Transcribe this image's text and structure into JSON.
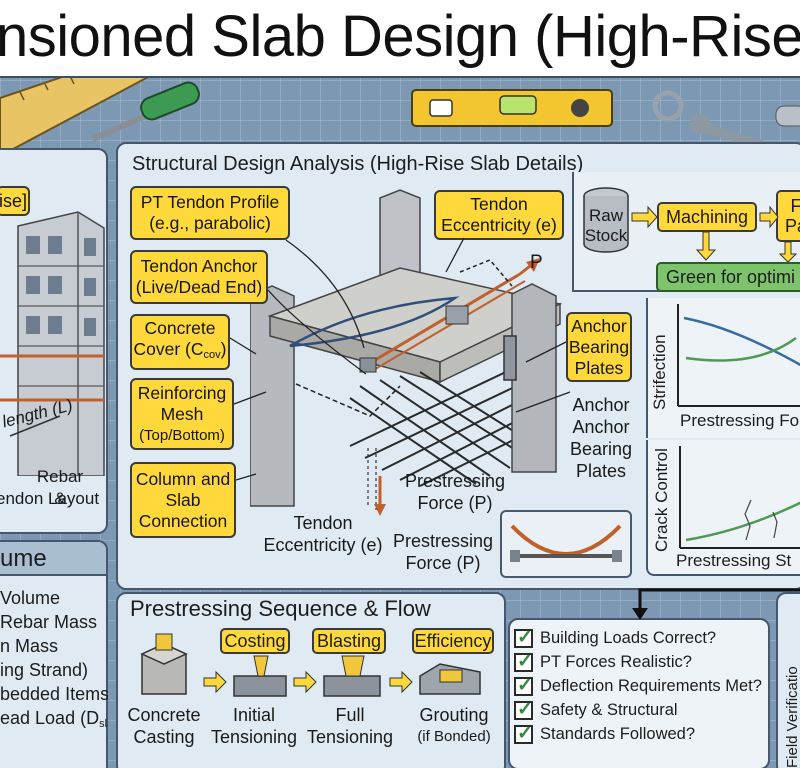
{
  "title": "nsioned Slab Design (High-Rise St",
  "left_panel": {
    "tag": "ise]",
    "length_label": "length (L)",
    "rebar_label": "Rebar &",
    "tendon_label": "endon Layout"
  },
  "volume_panel": {
    "heading": "ume",
    "items": [
      "Volume",
      "Rebar Mass",
      "n Mass",
      "ing Strand)",
      "bedded Items"
    ],
    "dead_load_main": "ead Load (D",
    "dead_load_sub": "slab",
    "dead_load_end": ")"
  },
  "analysis": {
    "heading": "Structural Design Analysis (High-Rise Slab Details)",
    "pt_profile": [
      "PT Tendon Profile",
      "(e.g., parabolic)"
    ],
    "tendon_ecc_box": [
      "Tendon",
      "Eccentricity (e)"
    ],
    "tendon_anchor": [
      "Tendon Anchor",
      "(Live/Dead End)"
    ],
    "concrete_cover": [
      "Concrete",
      "Cover (C",
      "cov",
      ")"
    ],
    "reinforcing_mesh": [
      "Reinforcing",
      "Mesh",
      "(Top/Bottom)"
    ],
    "column_slab": [
      "Column and",
      "Slab",
      "Connection"
    ],
    "anchor_plates_box": [
      "Anchor",
      "Bearing",
      "Plates"
    ],
    "anchor_plates_text": [
      "Anchor",
      "Anchor",
      "Bearing",
      "Plates"
    ],
    "p_label": "P",
    "prestress_mid": [
      "Prestressing",
      "Force (P)"
    ],
    "prestress_low": [
      "Prestressing",
      "Force (P)"
    ],
    "tendon_ecc_text": [
      "Tendon",
      "Eccentricity (e)"
    ]
  },
  "process": {
    "raw_stock": [
      "Raw",
      "Stock"
    ],
    "machining": "Machining",
    "next_box": [
      "F",
      "Pa"
    ],
    "green": "Green for optimi"
  },
  "chart1": {
    "ylabel": "Strifection",
    "xlabel": "Prestressing Fo"
  },
  "chart2": {
    "ylabel": "Crack Control",
    "xlabel": "Prestressing St"
  },
  "sequence": {
    "heading": "Prestressing Sequence & Flow",
    "steps": [
      {
        "tag": "",
        "label": [
          "Concrete",
          "Casting"
        ]
      },
      {
        "tag": "Costing",
        "label": [
          "Initial",
          "Tensioning"
        ]
      },
      {
        "tag": "Blasting",
        "label": [
          "Full",
          "Tensioning"
        ]
      },
      {
        "tag": "Efficiency",
        "label": [
          "Grouting",
          "(if Bonded)"
        ]
      }
    ]
  },
  "checklist": [
    "Building Loads Correct?",
    "PT Forces Realistic?",
    "Deflection Requirements Met?",
    "Safety & Structural",
    "Standards Followed?"
  ],
  "field_label": "Field Verificatio",
  "colors": {
    "yellow": "#ffd93b",
    "green": "#7dc36b",
    "panel": "#dfeaf3",
    "tendon": "#c0612b",
    "blueprint": "#7d98b3"
  }
}
